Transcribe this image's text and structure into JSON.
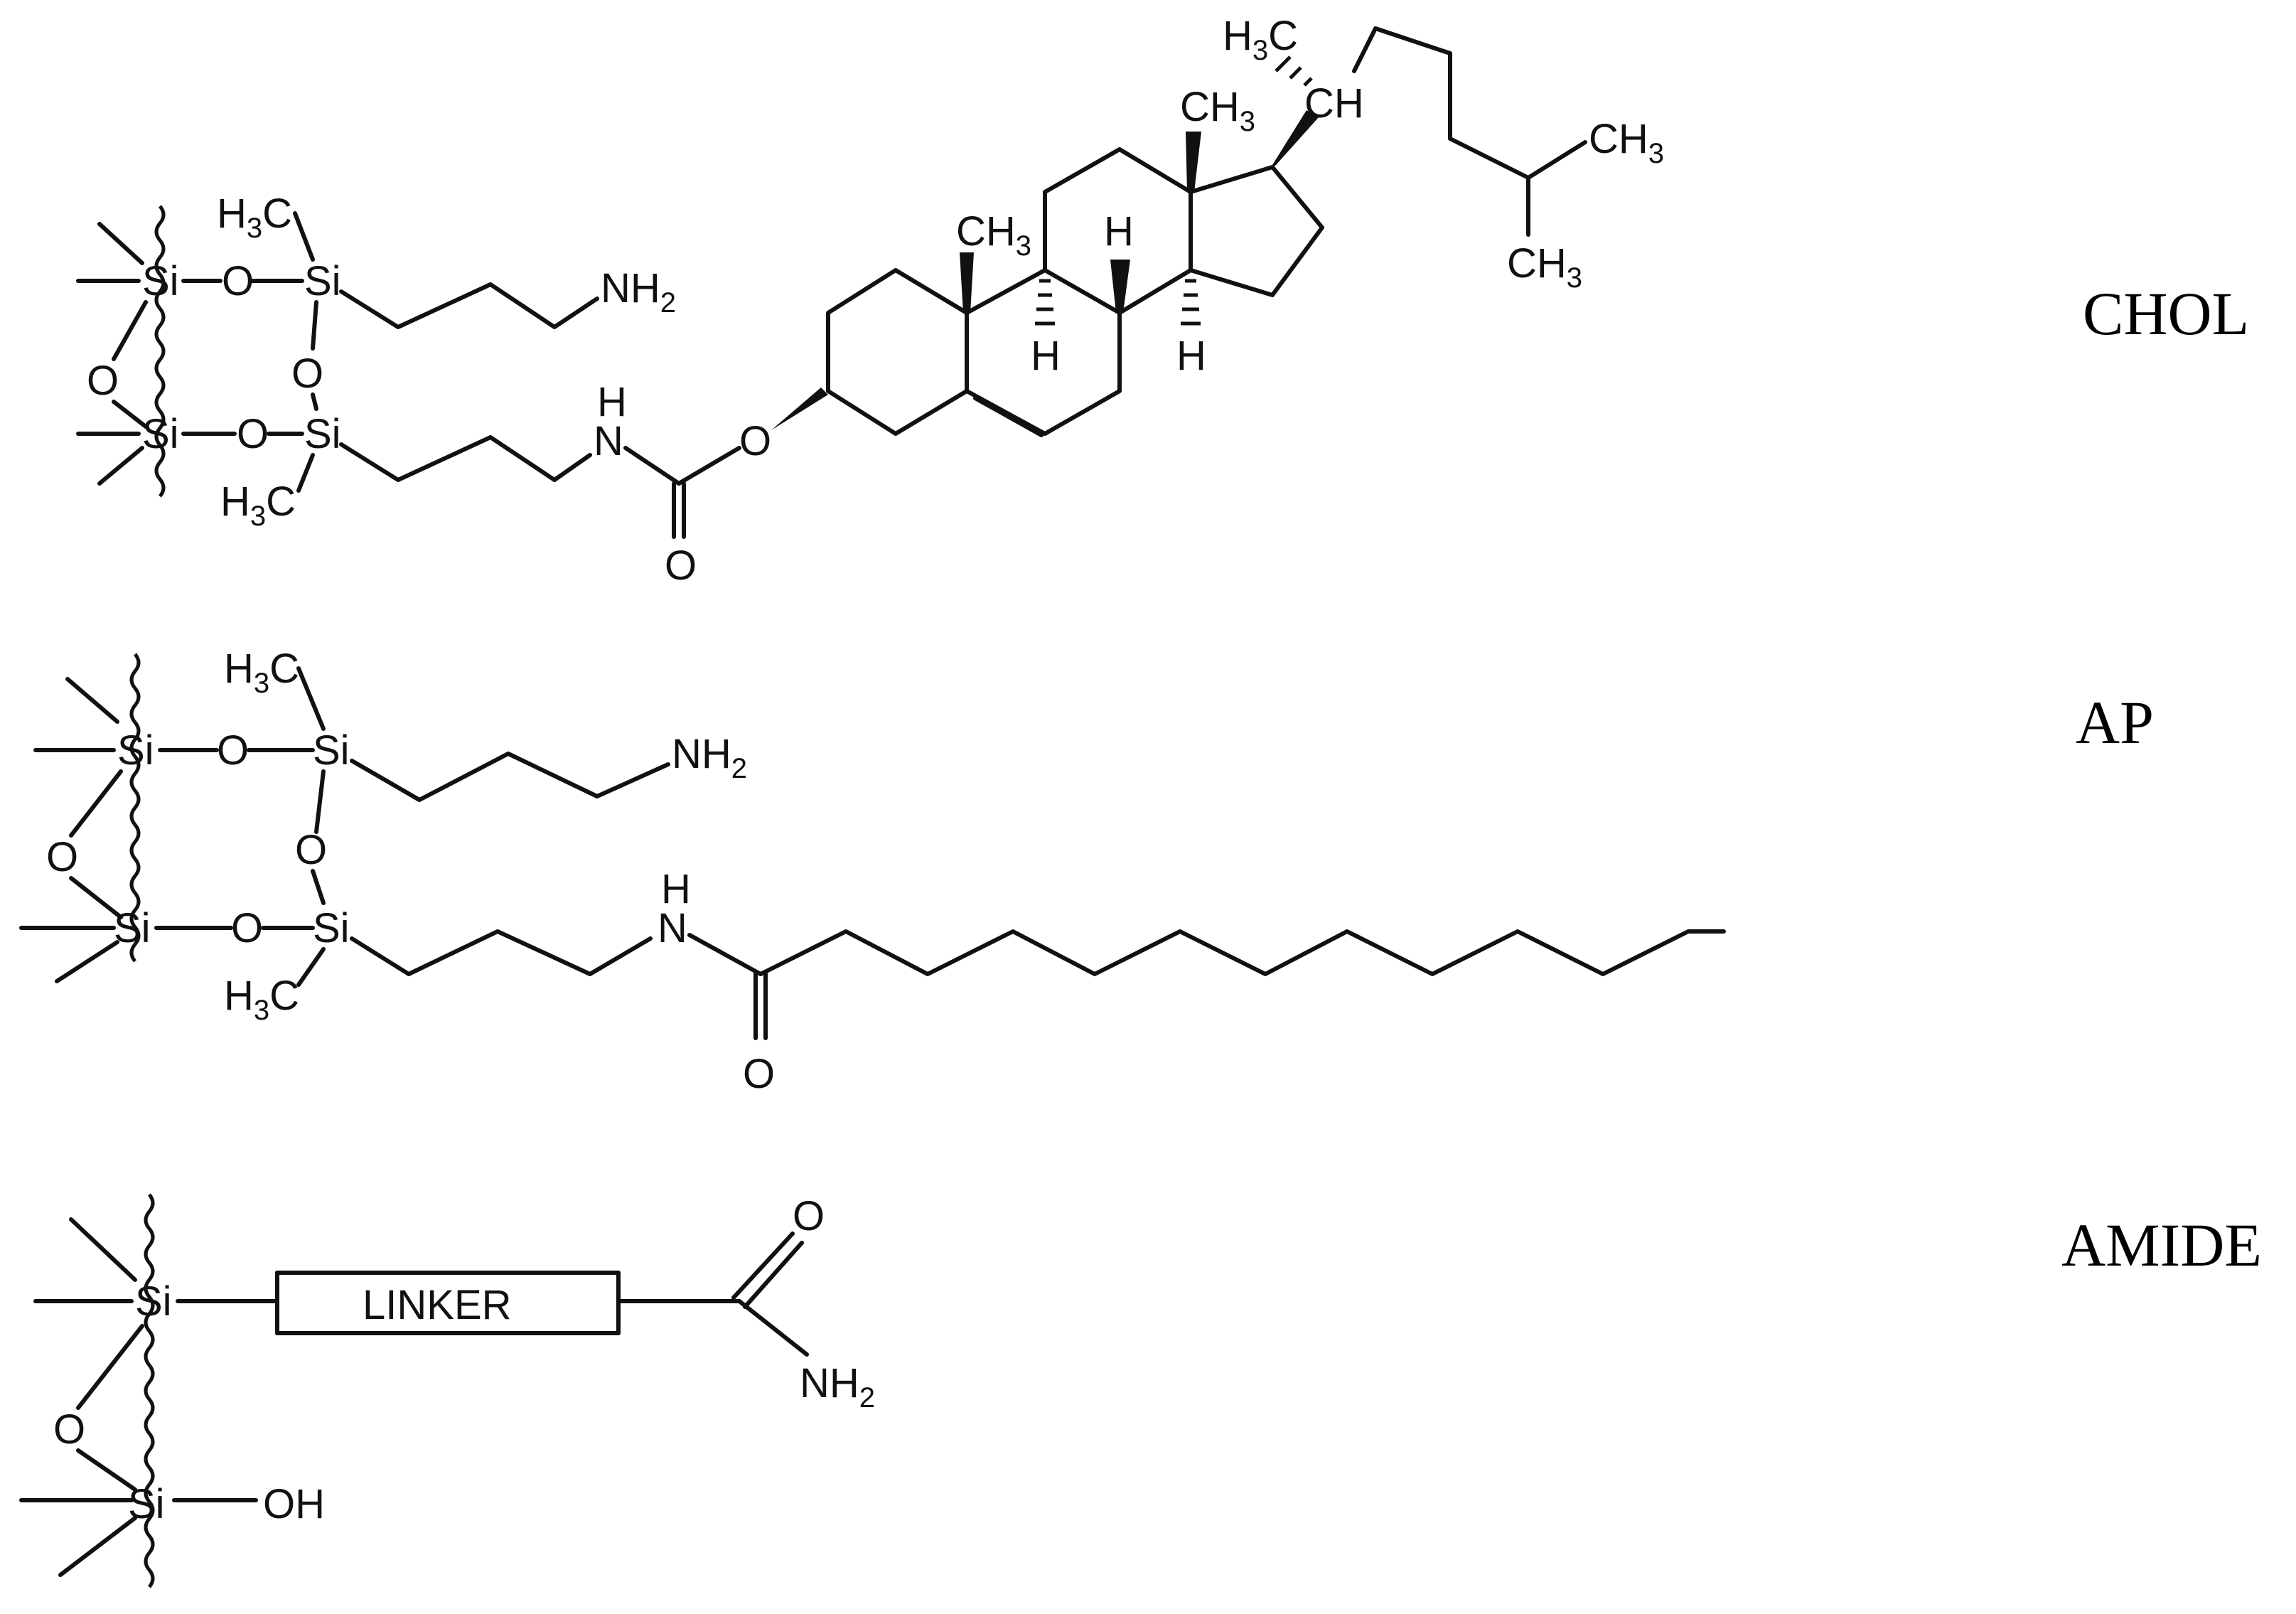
{
  "labels": {
    "chol": "CHOL",
    "ap": "AP",
    "amide": "AMIDE"
  },
  "atoms": {
    "si": "Si",
    "o": "O",
    "n": "N",
    "h": "H",
    "c": "C",
    "ch3": "CH",
    "h3c": "H",
    "three": "3",
    "two": "2",
    "ch": "CH",
    "oh": "OH",
    "nh2_n": "NH",
    "linker": "LINKER"
  },
  "colors": {
    "ink": "#111111",
    "background": "#ffffff"
  }
}
